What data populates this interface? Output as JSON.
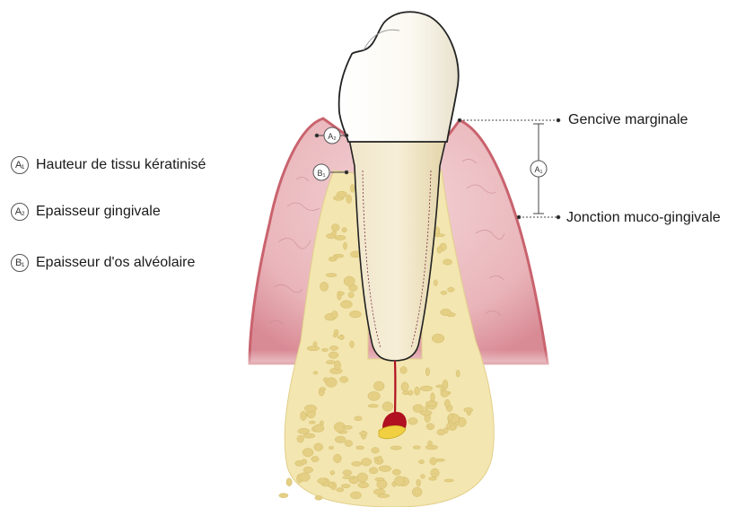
{
  "legend": [
    {
      "badge": "A₁",
      "label": "Hauteur de tissu kératinisé"
    },
    {
      "badge": "A₂",
      "label": "Epaisseur gingivale"
    },
    {
      "badge": "B₁",
      "label": "Epaisseur d'os alvéolaire"
    }
  ],
  "callouts": {
    "gencive_marginale": "Gencive marginale",
    "jonction_muco_gingivale": "Jonction muco-gingivale"
  },
  "diagram_badges": {
    "a1": "A₁",
    "a2": "A₂",
    "b1": "B₁"
  },
  "colors": {
    "gingiva": "#dea2a8",
    "gingiva_edge": "#c9636e",
    "bone": "#f3e6b0",
    "bone_pore": "#e4cf85",
    "enamel": "#faf8ef",
    "root": "#f0e6c6",
    "pulp": "#b01020"
  }
}
